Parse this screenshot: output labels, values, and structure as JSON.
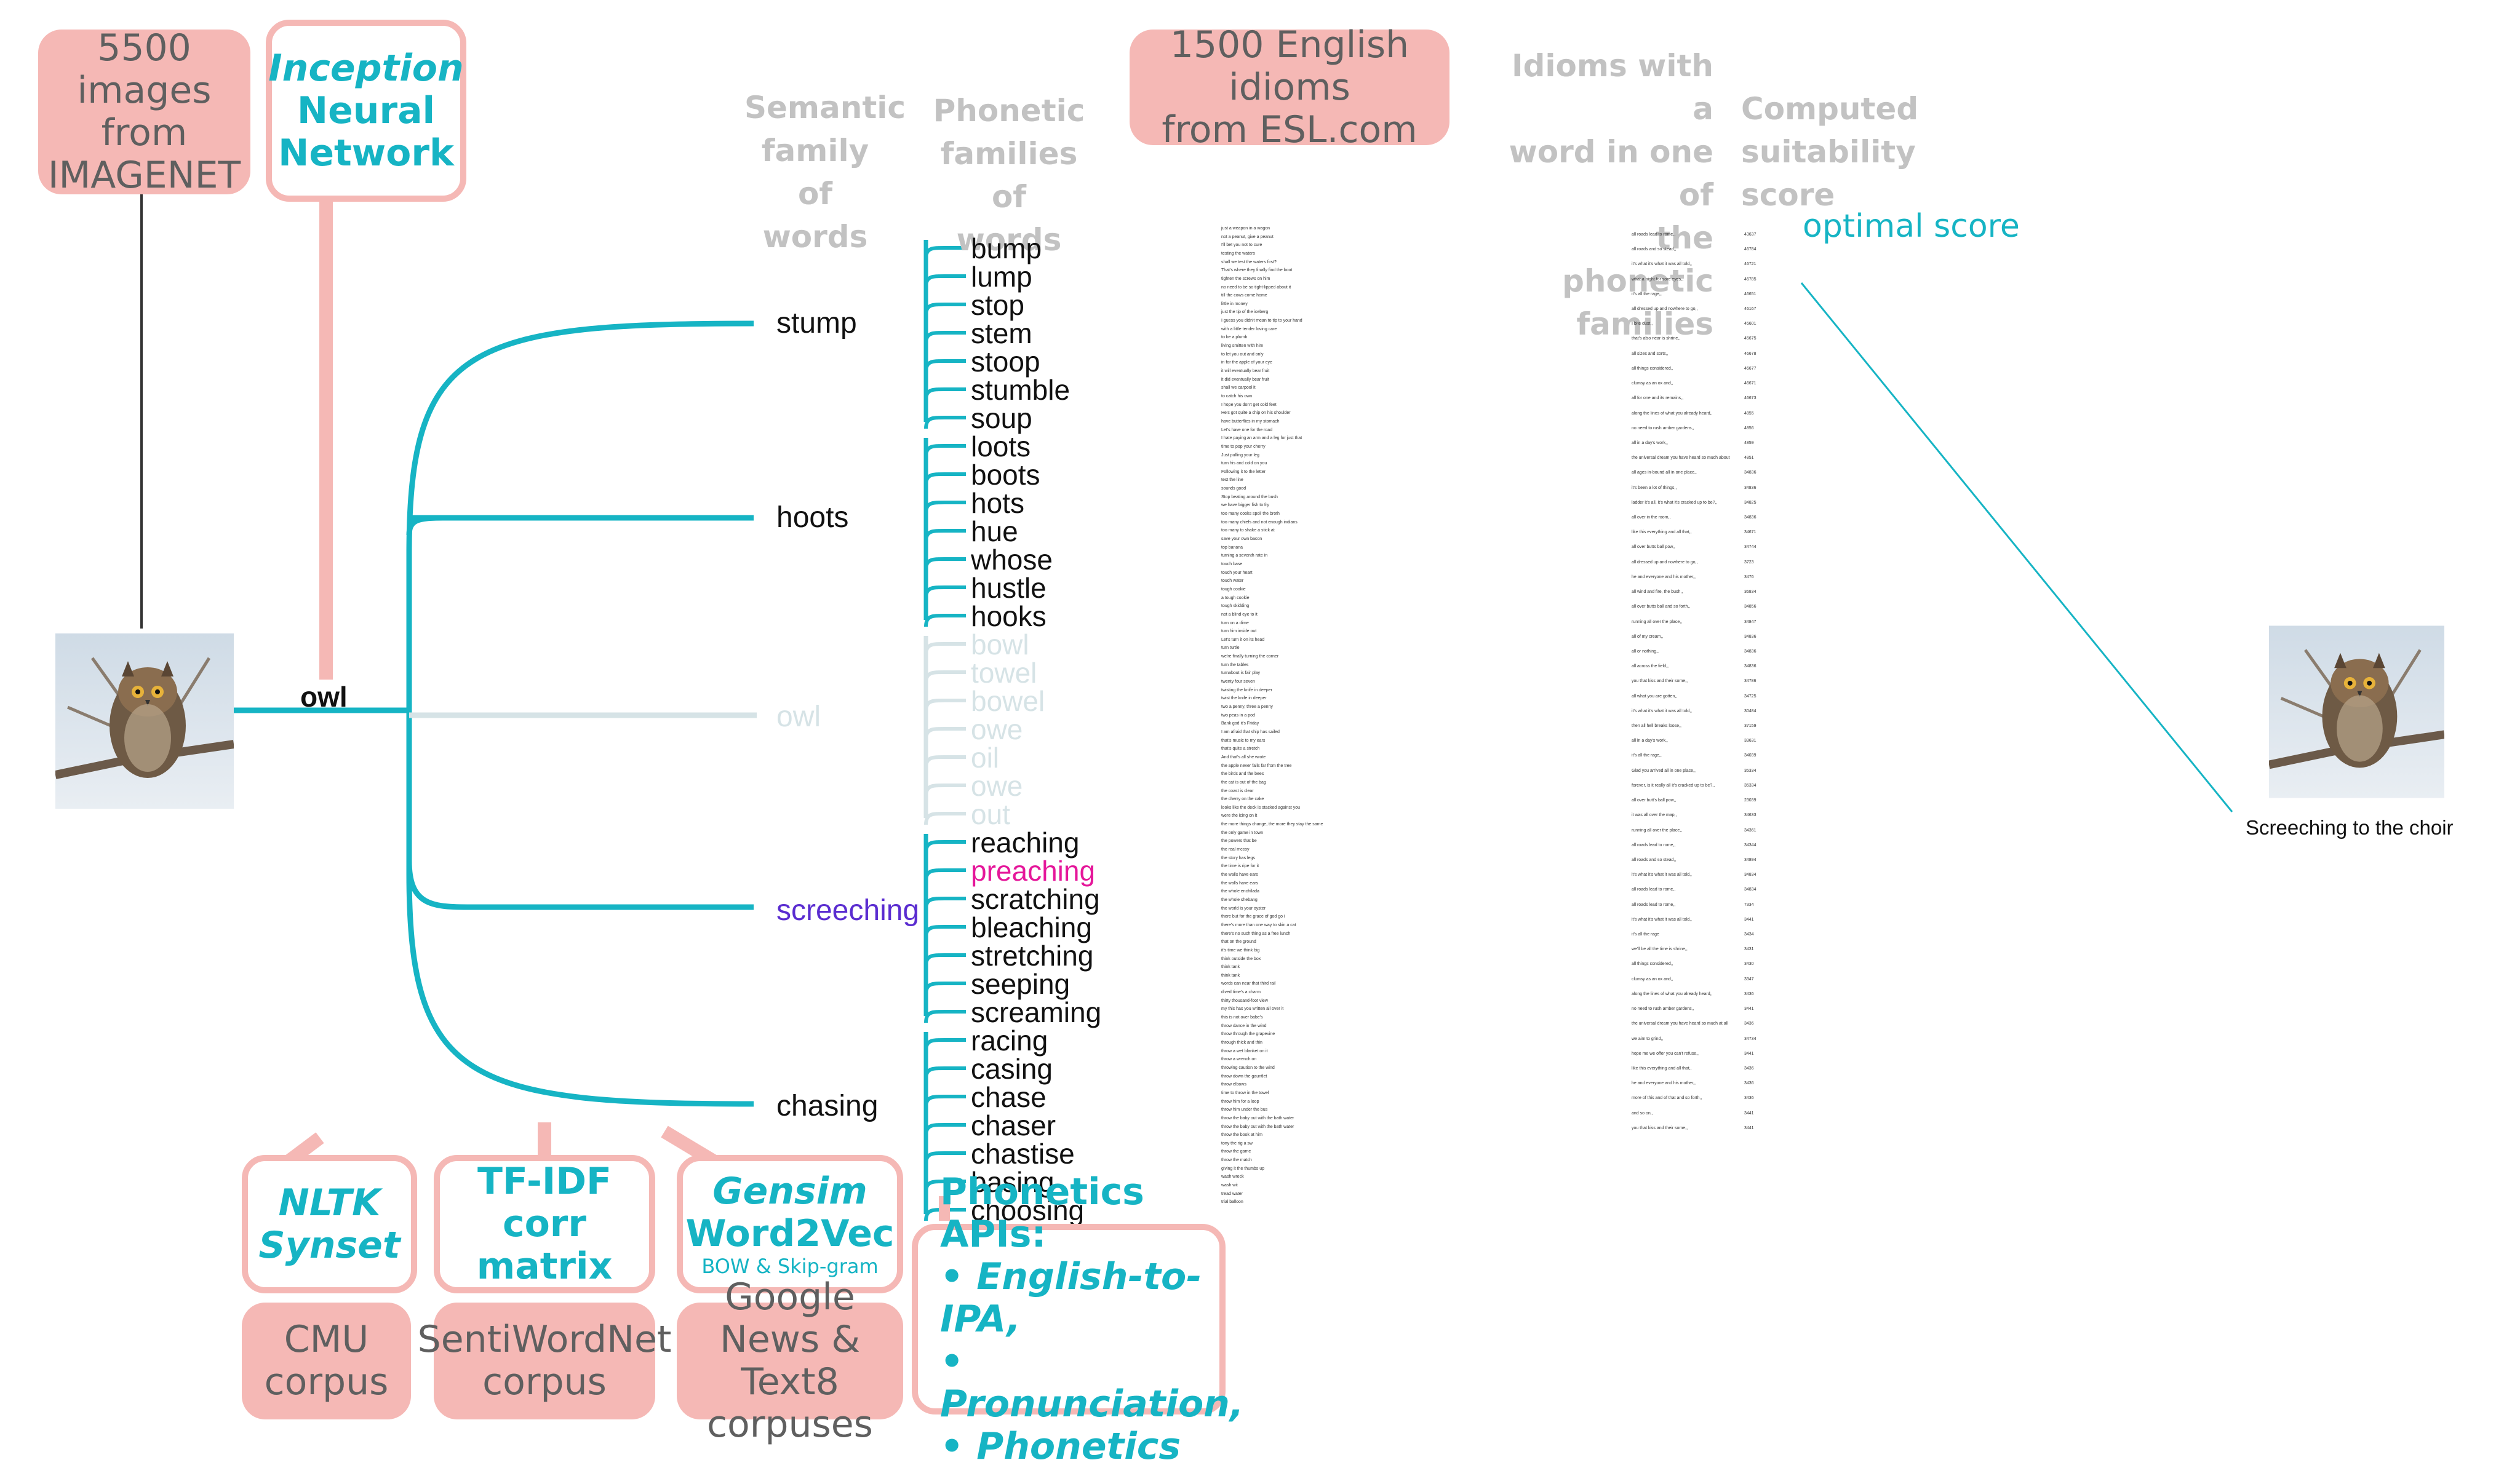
{
  "sources": {
    "imagenet": [
      "5500 images",
      "from",
      "IMAGENET"
    ],
    "inception": [
      "Inception",
      "Neural",
      "Network"
    ],
    "esl": [
      "1500 English idioms",
      "from ESL.com"
    ]
  },
  "headers": {
    "semantic": [
      "Semantic",
      "family of",
      "words"
    ],
    "phonetic": [
      "Phonetic",
      "families of",
      "words"
    ],
    "idioms": [
      "Idioms with a",
      "word in one of",
      "the phonetic",
      "families"
    ],
    "score": [
      "Computed",
      "suitability",
      "score"
    ]
  },
  "optimal_score": "optimal score",
  "root_word": "owl",
  "semantic_words": [
    "stump",
    "hoots",
    "owl",
    "screeching",
    "chasing"
  ],
  "phonetic_families": [
    [
      "bump",
      "lump",
      "stop",
      "stem",
      "stoop",
      "stumble",
      "soup"
    ],
    [
      "loots",
      "boots",
      "hots",
      "hue",
      "whose",
      "hustle",
      "hooks"
    ],
    [
      "bowl",
      "towel",
      "bowel",
      "owe",
      "oil",
      "owe",
      "out"
    ],
    [
      "reaching",
      "preaching",
      "scratching",
      "bleaching",
      "stretching",
      "seeping",
      "screaming"
    ],
    [
      "racing",
      "casing",
      "chase",
      "chaser",
      "chastise",
      "basing",
      "choosing"
    ]
  ],
  "tools": {
    "nltk": [
      "NLTK",
      "Synset"
    ],
    "cmu": [
      "CMU",
      "corpus"
    ],
    "tfidf": [
      "TF-IDF",
      "corr matrix"
    ],
    "sentiwordnet": [
      "SentiWordNet",
      "corpus"
    ],
    "gensim": [
      "Gensim",
      "Word2Vec",
      "BOW & Skip-gram"
    ],
    "google": [
      "Google News &",
      "Text8 corpuses"
    ],
    "phonetics": [
      "Phonetics APIs:",
      "• English-to-IPA,",
      "• Pronunciation,",
      "• Phonetics"
    ]
  },
  "result_caption": "Screeching to the choir",
  "idiom_list": [
    "just a weapon in a wagon",
    "not a peanut, give a peanut",
    "I'll bet you not to cure",
    "testing the waters",
    "shall we test the waters first?",
    "That's where they finally find the boot",
    "tighten the screws on him",
    "no need to be so tight-lipped about it",
    "till the cows come home",
    "little in money",
    "just the tip of the iceberg",
    "I guess you didn't mean to tip to your hand",
    "with a little tender loving care",
    "to be a plumb",
    "living smitten with him",
    "to let you out and only",
    "in for the apple of your eye",
    "it will eventually bear fruit",
    "it did eventually bear fruit",
    "shall we carpool it",
    "to catch his own",
    "I hope you don't get cold feet",
    "He's got quite a chip on his shoulder",
    "have butterflies in my stomach",
    "Let's have one for the road",
    "I hate paying an arm and a leg for just that",
    "time to pop your cherry",
    "Just pulling your leg",
    "turn his and cold on you",
    "Following it to the letter",
    "test the line",
    "sounds good",
    "Stop beating around the bush",
    "we have bigger fish to fry",
    "too many cooks spoil the broth",
    "too many chiefs and not enough indians",
    "too many to shake a stick at",
    "save your own bacon",
    "top banana",
    "turning a seventh rate in",
    "touch base",
    "touch your heart",
    "touch water",
    "tough cookie",
    "a tough cookie",
    "tough skidding",
    "not a blind eye to it",
    "turn on a dime",
    "turn him inside out",
    "Let's turn it on its head",
    "turn turtle",
    "we're finally turning the corner",
    "turn the tables",
    "turnabout is fair play",
    "twenty four seven",
    "twisting the knife in deeper",
    "twist the knife in deeper",
    "two a penny, three a penny",
    "two peas in a pod",
    "Bank god it's Friday",
    "I am afraid that ship has sailed",
    "that's music to my ears",
    "that's quite a stretch",
    "And that's all she wrote",
    "the apple never falls far from the tree",
    "the birds and the bees",
    "the cat is out of the bag",
    "the coast is clear",
    "the cherry on the cake",
    "looks like the deck is stacked against you",
    "were the icing on it",
    "the more things change, the more they stay the same",
    "the only game in town",
    "the powers that be",
    "the real mccoy",
    "the story has legs",
    "the time is ripe for it",
    "the walls have ears",
    "the walls have ears",
    "the whole enchilada",
    "the whole shebang",
    "the world is your oyster",
    "there but for the grace of god go i",
    "there's more than one way to skin a cat",
    "there's no such thing as a free lunch",
    "that on the ground",
    "it's time we think big",
    "think outside the box",
    "think tank",
    "think tank",
    "words can near that third rail",
    "dived time's a charm",
    "thirty thousand-foot view",
    "my this has you written all over it",
    "this is not over babe's",
    "throw dance in the wind",
    "throw through the grapevine",
    "through thick and thin",
    "throw a wet blanket on it",
    "throw a wrench on",
    "throwing caution to the wind",
    "throw down the gauntlet",
    "throw elbows",
    "time to throw in the towel",
    "throw him for a loop",
    "throw him under the bus",
    "throw the baby out with the bath water",
    "throw the baby out with the bath water",
    "throw the book at him",
    "tony the rig a sw",
    "throw the game",
    "throw the match",
    "giving it the thumbs up",
    "wash wreck",
    "wash wit",
    "tread water",
    "trial balloon"
  ],
  "score_list": [
    [
      "all roads lead to rome,,",
      "43637"
    ],
    [
      "all roads and so stead,,",
      "46784"
    ],
    [
      "it's what it's what it was all told,,",
      "46721"
    ],
    [
      "what a night for sore eyes,,",
      "46785"
    ],
    [
      "it's all the rage,,",
      "46651"
    ],
    [
      "all dressed up and nowhere to go,,",
      "46167"
    ],
    [
      "I bite dust,,",
      "45601"
    ],
    [
      "that's also near is shrine,,",
      "45675"
    ],
    [
      "all sizes and sorts,,",
      "46678"
    ],
    [
      "all things considered,,",
      "46677"
    ],
    [
      "clumsy as an ox and,,",
      "46671"
    ],
    [
      "all for one and its remains,,",
      "46673"
    ],
    [
      "along the lines of what you already heard,,",
      "4855"
    ],
    [
      "no need to rush amber gardens,,",
      "4856"
    ],
    [
      "all in a day's work,,",
      "4859"
    ],
    [
      "the universal dream you have heard so much about",
      "4851"
    ],
    [
      "all ages in-bound all in one place,,",
      "34836"
    ],
    [
      "it's been a lot of things,,",
      "34836"
    ],
    [
      "ladder it's all, it's what it's cracked up to be?,,",
      "34825"
    ],
    [
      "all over in the room,,",
      "34836"
    ],
    [
      "like this everything and all that,,",
      "34671"
    ],
    [
      "all over butts ball pow,,",
      "34744"
    ],
    [
      "all dressed up and nowhere to go,,",
      "3723"
    ],
    [
      "he and everyone and his mother,,",
      "3476"
    ],
    [
      "all wind and fire, the bush,,",
      "36834"
    ],
    [
      "all over butts ball and so forth,,",
      "34856"
    ],
    [
      "running all over the place,,",
      "34847"
    ],
    [
      "all of my cream,,",
      "34836"
    ],
    [
      "all or nothing,,",
      "34836"
    ],
    [
      "all across the field,,",
      "34836"
    ],
    [
      "you that kiss and their some,,",
      "34786"
    ],
    [
      "all what you are gotten,,",
      "34725"
    ],
    [
      "it's what it's what it was all told,,",
      "30484"
    ],
    [
      "then all hell breaks loose,,",
      "37159"
    ],
    [
      "all in a day's work,,",
      "33631"
    ],
    [
      "it's all the rage,,",
      "34039"
    ],
    [
      "Glad you arrived all in one place,,",
      "35334"
    ],
    [
      "forever, is it really all it's cracked up to be?,,",
      "35334"
    ],
    [
      "all over butt's ball pow,,",
      "23039"
    ],
    [
      "it was all over the map,,",
      "34633"
    ],
    [
      "running all over the place,,",
      "34361"
    ],
    [
      "all roads lead to rome,,",
      "34344"
    ],
    [
      "all roads and so stead,,",
      "34894"
    ],
    [
      "it's what it's what it was all told,,",
      "34834"
    ],
    [
      "all roads lead to rome,,",
      "34834"
    ],
    [
      "all roads lead to rome,,",
      "7334"
    ],
    [
      "it's what it's what it was all told,,",
      "3441"
    ],
    [
      "it's all the rage",
      "3434"
    ],
    [
      "we'll be all the time is shrine,,",
      "3431"
    ],
    [
      "all things considered,,",
      "3430"
    ],
    [
      "clumsy as an ox and,,",
      "3347"
    ],
    [
      "along the lines of what you already heard,,",
      "3436"
    ],
    [
      "no need to rush amber gardens,,",
      "3441"
    ],
    [
      "the universal dream you have heard so much at all",
      "3436"
    ],
    [
      "we aim to grind,,",
      "34734"
    ],
    [
      "hope me we offer you can't refuse,,",
      "3441"
    ],
    [
      "like this everything and all that,,",
      "3436"
    ],
    [
      "he and everyone and his mother,,",
      "3436"
    ],
    [
      "more of this and of that and so forth,,",
      "3436"
    ],
    [
      "and so on,,",
      "3441"
    ],
    [
      "you that kiss and their some,,",
      "3441"
    ]
  ],
  "colors": {
    "teal": "#16b4c4",
    "pink": "#f5b8b5",
    "header_gray": "#c2c2c2",
    "highlight_magenta": "#e5179a",
    "screeching_purple": "#5a2cd0"
  }
}
